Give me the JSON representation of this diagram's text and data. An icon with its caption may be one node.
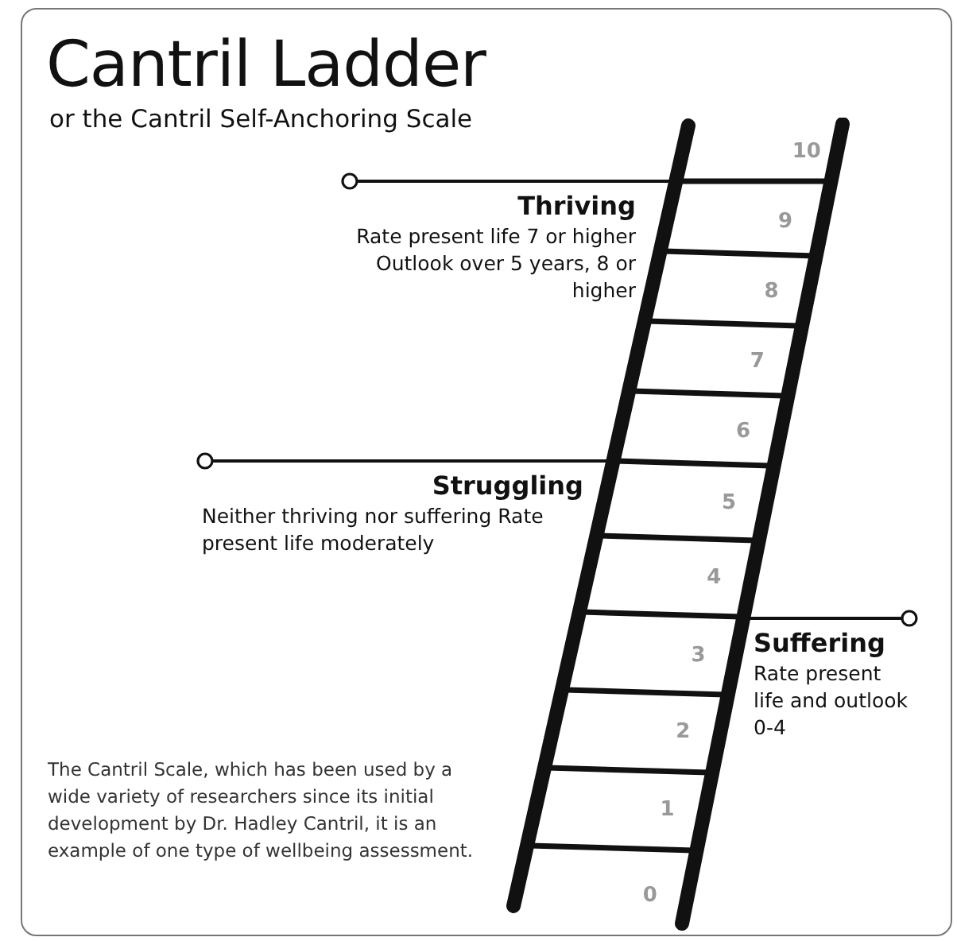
{
  "diagram": {
    "title": "Cantril Ladder",
    "caption": "or the Cantril Self-Anchoring Scale",
    "nodes": [
      {
        "text": [
          "Thriving",
          "Rate present life 7 or higher Outlook over 5 years, 8 or higher"
        ]
      },
      {
        "text": [
          "Struggling",
          "Neither thriving nor suffering Rate present life moderately"
        ]
      },
      {
        "text": [
          "Suffering",
          "Rate present life and outlook 0-4"
        ]
      },
      {
        "text": [],
        "shape": "picture"
      }
    ],
    "edges": [
      {
        "from": 0,
        "to": 3,
        "arrow": "other"
      },
      {
        "from": 1,
        "to": 3,
        "arrow": "other"
      },
      {
        "from": 2,
        "to": 3,
        "arrow": "other"
      }
    ],
    "labels": [
      "10",
      "9",
      "8",
      "7",
      "6",
      "5",
      "4",
      "3",
      "2",
      "1",
      "0",
      "The Cantril Scale, which has been used by a wide variety of researchers since its initial development by Dr. Hadley Cantril, it is an example of one type of wellbeing assessment."
    ]
  }
}
